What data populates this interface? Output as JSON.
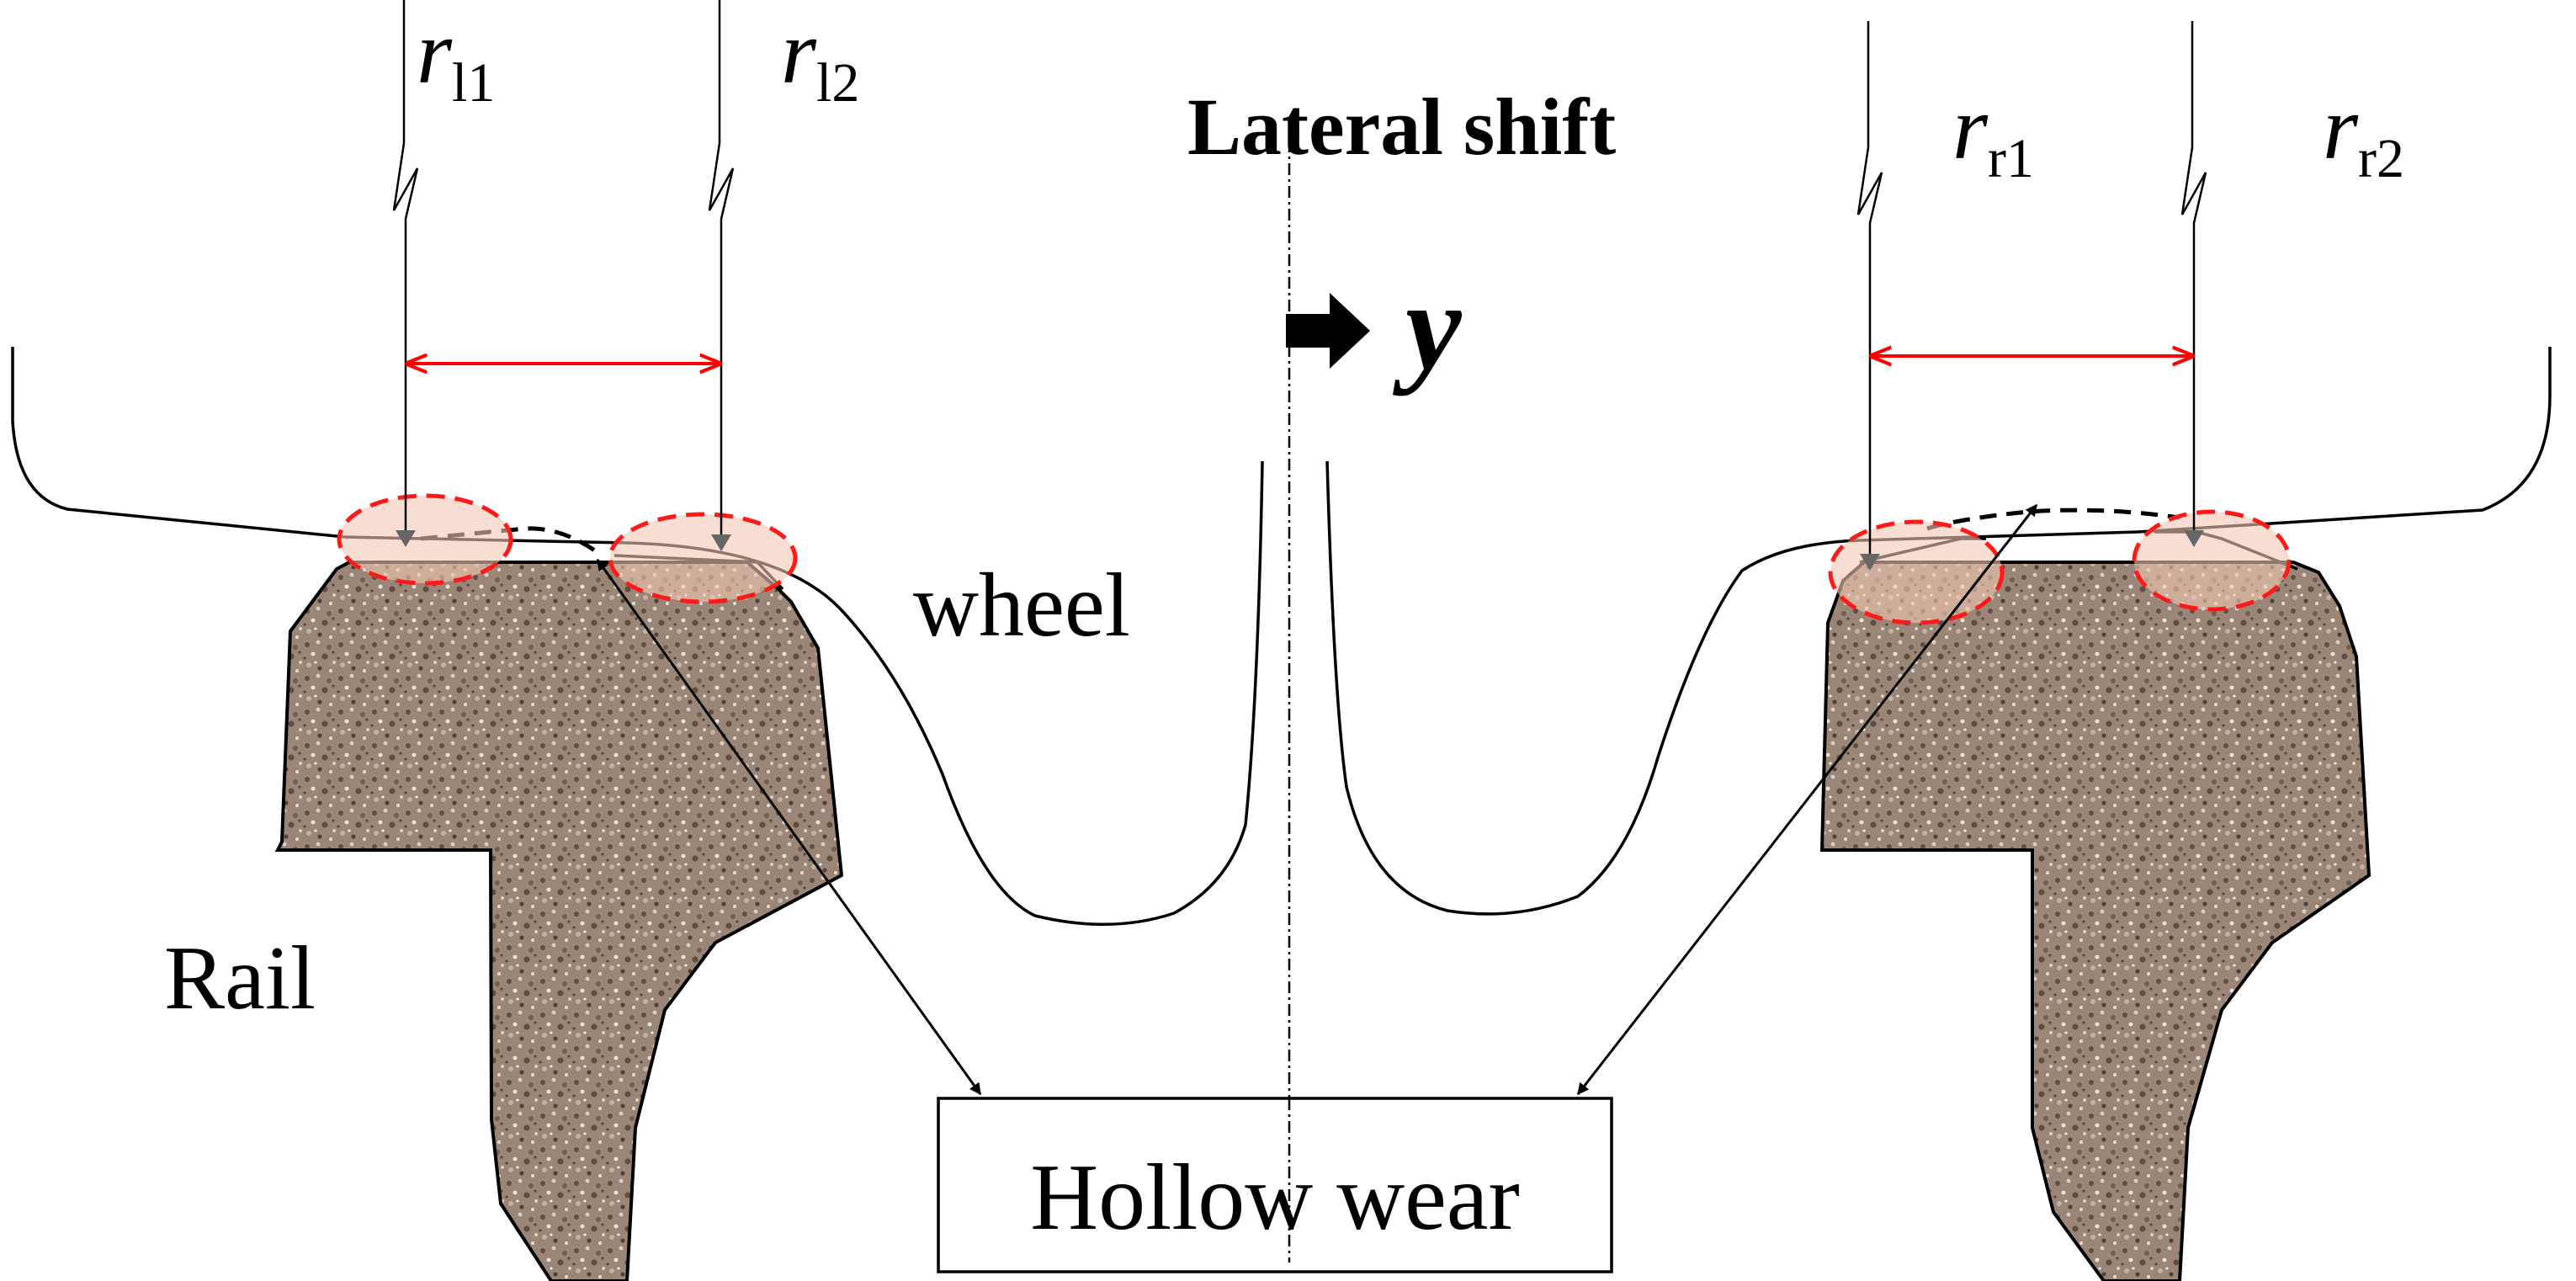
{
  "labels": {
    "r_l1": {
      "base": "r",
      "sub": "l1"
    },
    "r_l2": {
      "base": "r",
      "sub": "l2"
    },
    "r_r1": {
      "base": "r",
      "sub": "r1"
    },
    "r_r2": {
      "base": "r",
      "sub": "r2"
    },
    "lateral_shift": "Lateral shift",
    "y": "y",
    "wheel": "wheel",
    "rail": "Rail",
    "hollow_wear": "Hollow wear"
  },
  "colors": {
    "rail_fill": "#9a8576",
    "rail_dark": "#5e4e43",
    "rail_light": "#d9cfc6",
    "contact_fill": "#f3c8b4",
    "contact_dash": "#ff1a1a",
    "dimension_arrow": "#ff0000",
    "line": "#000000"
  }
}
